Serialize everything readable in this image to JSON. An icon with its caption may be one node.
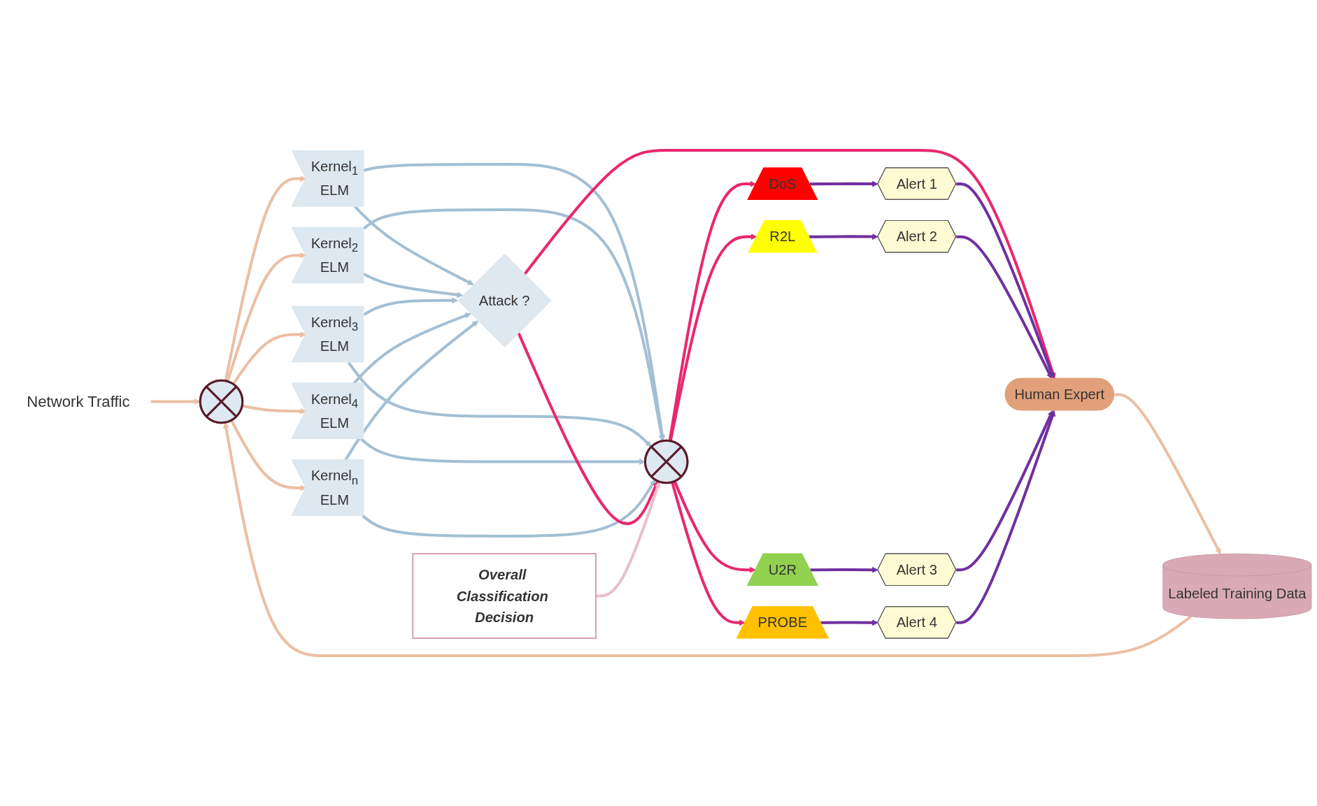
{
  "diagram": {
    "nodes": [
      {
        "text": [
          "Network Traffic"
        ]
      },
      {
        "text": [],
        "shape": "circle"
      },
      {
        "text": [
          "Labeled Training Data"
        ]
      },
      {
        "text": [
          "Kernel$_{1}$",
          "ELM"
        ]
      },
      {
        "text": [
          "Kernel$_{2}$",
          "ELM"
        ]
      },
      {
        "text": [
          "Kernel$_{3}$",
          "ELM"
        ]
      },
      {
        "text": [
          "Kernel$_{4}$",
          "ELM"
        ]
      },
      {
        "text": [
          "Kernel$_{n}$",
          "ELM"
        ]
      },
      {
        "text": [
          "Attack ?"
        ]
      },
      {
        "text": [],
        "shape": "circle"
      },
      {
        "text": [
          "DoS"
        ]
      },
      {
        "text": [
          "R2L"
        ]
      },
      {
        "text": [
          "U2R"
        ]
      },
      {
        "text": [
          "PROBE"
        ]
      },
      {
        "text": [
          "Alert 1"
        ]
      },
      {
        "text": [
          "Alert 2"
        ]
      },
      {
        "text": [
          "Alert 3"
        ]
      },
      {
        "text": [
          "Alert 4"
        ]
      },
      {
        "text": [
          "Human Expert"
        ]
      },
      {
        "text": [
          "Overall Classification Decision"
        ]
      }
    ],
    "edges": [
      {
        "from": 0,
        "to": 1,
        "arrow": "to",
        "color": "#ebbfa3"
      },
      {
        "from": 2,
        "to": 1,
        "arrow": "to",
        "color": "#ebbfa3"
      },
      {
        "from": 1,
        "to": 3,
        "arrow": "to",
        "color": "#ebbfa3"
      },
      {
        "from": 1,
        "to": 4,
        "arrow": "to",
        "color": "#ebbfa3"
      },
      {
        "from": 1,
        "to": 5,
        "arrow": "to",
        "color": "#ebbfa3"
      },
      {
        "from": 1,
        "to": 6,
        "arrow": "to",
        "color": "#ebbfa3"
      },
      {
        "from": 1,
        "to": 7,
        "arrow": "to",
        "color": "#ebbfa3"
      },
      {
        "from": 3,
        "to": 8,
        "arrow": "to",
        "color": "#a3bfd4"
      },
      {
        "from": 4,
        "to": 8,
        "arrow": "to",
        "color": "#a3bfd4"
      },
      {
        "from": 5,
        "to": 8,
        "arrow": "to",
        "color": "#a3bfd4"
      },
      {
        "from": 6,
        "to": 8,
        "arrow": "to",
        "color": "#a3bfd4"
      },
      {
        "from": 7,
        "to": 8,
        "arrow": "to",
        "color": "#a3bfd4"
      },
      {
        "from": 3,
        "to": 9,
        "arrow": "to",
        "color": "#a3bfd4"
      },
      {
        "from": 4,
        "to": 9,
        "arrow": "to",
        "color": "#a3bfd4"
      },
      {
        "from": 5,
        "to": 9,
        "arrow": "to",
        "color": "#a3bfd4"
      },
      {
        "from": 6,
        "to": 9,
        "arrow": "to",
        "color": "#a3bfd4"
      },
      {
        "from": 7,
        "to": 9,
        "arrow": "to",
        "color": "#a3bfd4"
      },
      {
        "from": 8,
        "to": 9,
        "arrow": "to",
        "color": "#e8286e"
      },
      {
        "from": 8,
        "to": 18,
        "arrow": "to",
        "color": "#e8286e"
      },
      {
        "from": 9,
        "to": 10,
        "arrow": "to",
        "color": "#e8286e"
      },
      {
        "from": 9,
        "to": 11,
        "arrow": "to",
        "color": "#e8286e"
      },
      {
        "from": 9,
        "to": 12,
        "arrow": "to",
        "color": "#e8286e"
      },
      {
        "from": 9,
        "to": 13,
        "arrow": "to",
        "color": "#e8286e"
      },
      {
        "from": 10,
        "to": 14,
        "arrow": "to",
        "color": "#7030a0"
      },
      {
        "from": 11,
        "to": 15,
        "arrow": "to",
        "color": "#7030a0"
      },
      {
        "from": 12,
        "to": 16,
        "arrow": "to",
        "color": "#7030a0"
      },
      {
        "from": 13,
        "to": 17,
        "arrow": "to",
        "color": "#7030a0"
      },
      {
        "from": 14,
        "to": 18,
        "arrow": "to",
        "color": "#7030a0"
      },
      {
        "from": 15,
        "to": 18,
        "arrow": "to",
        "color": "#7030a0"
      },
      {
        "from": 16,
        "to": 18,
        "arrow": "to",
        "color": "#7030a0"
      },
      {
        "from": 17,
        "to": 18,
        "arrow": "to",
        "color": "#7030a0"
      },
      {
        "from": 18,
        "to": 2,
        "arrow": "to",
        "color": "#ebbfa3"
      },
      {
        "from": 19,
        "to": 9,
        "arrow": "to",
        "color": "#e8c0c8"
      }
    ]
  }
}
